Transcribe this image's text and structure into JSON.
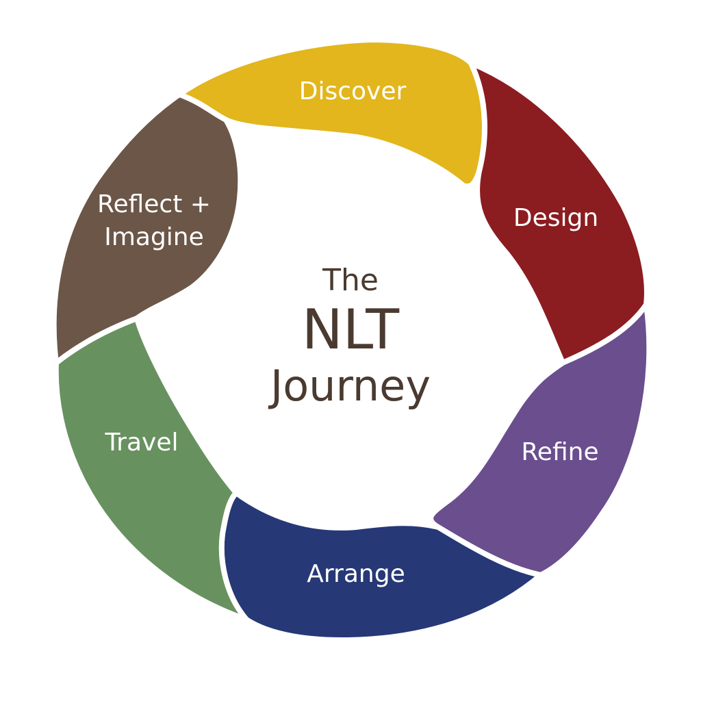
{
  "title": {
    "line1": "The",
    "line2": "NLT",
    "line3": "Journey"
  },
  "segments": [
    {
      "label": "Discover",
      "color": "#E2B61C"
    },
    {
      "label": "Design",
      "color": "#8B1C20"
    },
    {
      "label": "Refine",
      "color": "#6A4E8E"
    },
    {
      "label": "Arrange",
      "color": "#263876"
    },
    {
      "label": "Travel",
      "color": "#689160"
    },
    {
      "label_line1": "Reflect +",
      "label_line2": "Imagine",
      "color": "#6B5648"
    }
  ]
}
